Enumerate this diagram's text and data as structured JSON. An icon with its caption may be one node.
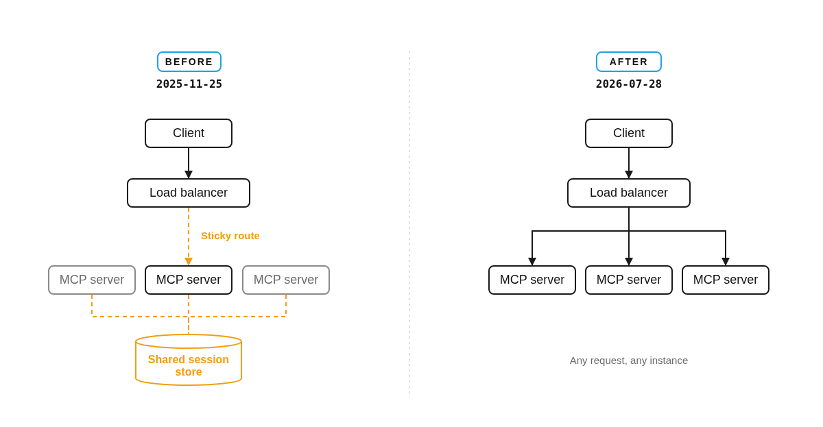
{
  "diagram": {
    "nodes": [
      {
        "text": [
          "BEFORE"
        ]
      },
      {
        "text": [
          "Client"
        ]
      },
      {
        "text": [
          "Load balancer"
        ]
      },
      {
        "text": [
          "MCP server"
        ]
      },
      {
        "text": [
          "MCP server"
        ]
      },
      {
        "text": [
          "MCP server"
        ]
      },
      {
        "text": [
          "Shared session store"
        ]
      },
      {
        "text": [
          "AFTER"
        ]
      },
      {
        "text": [
          "Client"
        ]
      },
      {
        "text": [
          "Load balancer"
        ]
      },
      {
        "text": [
          "MCP server"
        ]
      },
      {
        "text": [
          "MCP server"
        ]
      },
      {
        "text": [
          "MCP server"
        ]
      }
    ],
    "edges": [
      {
        "from": 1,
        "to": 2,
        "arrow": "to"
      },
      {
        "from": 2,
        "to": 4,
        "arrow": "to",
        "label": "Sticky route",
        "style": "dashed",
        "color": "#f29d12"
      },
      {
        "from": 3,
        "to": 6,
        "arrow": "none",
        "style": "dashed",
        "color": "#f29d12"
      },
      {
        "from": 4,
        "to": 6,
        "arrow": "none",
        "style": "dashed",
        "color": "#f29d12"
      },
      {
        "from": 5,
        "to": 6,
        "arrow": "none",
        "style": "dashed",
        "color": "#f29d12"
      },
      {
        "from": 8,
        "to": 9,
        "arrow": "to"
      },
      {
        "from": 9,
        "to": 10,
        "arrow": "to"
      },
      {
        "from": 9,
        "to": 11,
        "arrow": "to"
      },
      {
        "from": 9,
        "to": 12,
        "arrow": "to"
      }
    ],
    "labels": [
      "2025-11-25",
      "2026-07-28",
      "Any request, any instance"
    ]
  }
}
